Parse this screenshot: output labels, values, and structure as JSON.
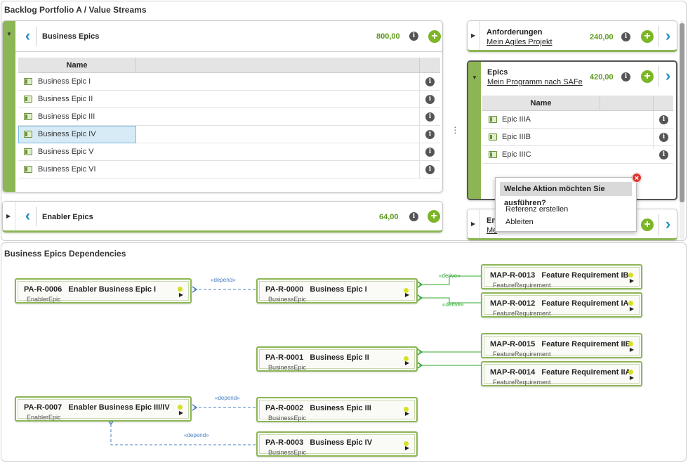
{
  "top_panel": {
    "title": "Backlog Portfolio A / Value Streams"
  },
  "business_epics": {
    "title": "Business Epics",
    "value": "800,00",
    "table": {
      "column_name": "Name",
      "rows": [
        "Business Epic I",
        "Business Epic II",
        "Business Epic III",
        "Business Epic IV",
        "Business Epic V",
        "Business Epic VI"
      ]
    }
  },
  "enabler_epics": {
    "title": "Enabler Epics",
    "value": "64,00"
  },
  "anforderungen": {
    "title": "Anforderungen",
    "subtitle": "Mein Agiles Projekt",
    "value": "240,00"
  },
  "epics": {
    "title": "Epics",
    "subtitle": "Mein Programm nach SAFe",
    "value": "420,00",
    "table": {
      "column_name": "Name",
      "rows": [
        "Epic IIIA",
        "Epic IIIB",
        "Epic IIIC"
      ]
    }
  },
  "partial_card": {
    "title_fragment": "En",
    "subtitle_fragment": "Me"
  },
  "popup": {
    "question": "Welche Aktion möchten Sie ausführen?",
    "actions": [
      "Referenz erstellen",
      "Ableiten"
    ]
  },
  "dependencies_panel": {
    "title": "Business Epics Dependencies"
  },
  "nodes": {
    "pa0006": {
      "id": "PA-R-0006",
      "name": "Enabler Business Epic I",
      "type": "EnablerEpic"
    },
    "pa0007": {
      "id": "PA-R-0007",
      "name": "Enabler Business Epic III/IV",
      "type": "EnablerEpic"
    },
    "pa0000": {
      "id": "PA-R-0000",
      "name": "Business Epic I",
      "type": "BusinessEpic"
    },
    "pa0001": {
      "id": "PA-R-0001",
      "name": "Business Epic II",
      "type": "BusinessEpic"
    },
    "pa0002": {
      "id": "PA-R-0002",
      "name": "Business Epic III",
      "type": "BusinessEpic"
    },
    "pa0003": {
      "id": "PA-R-0003",
      "name": "Business Epic IV",
      "type": "BusinessEpic"
    },
    "map0013": {
      "id": "MAP-R-0013",
      "name": "Feature Requirement IB",
      "type": "FeatureRequirement"
    },
    "map0012": {
      "id": "MAP-R-0012",
      "name": "Feature Requirement IA",
      "type": "FeatureRequirement"
    },
    "map0015": {
      "id": "MAP-R-0015",
      "name": "Feature Requirement IIB",
      "type": "FeatureRequirement"
    },
    "map0014": {
      "id": "MAP-R-0014",
      "name": "Feature Requirement IIA",
      "type": "FeatureRequirement"
    }
  },
  "edge_labels": {
    "depend": "«depend»",
    "derive": "«derive»"
  },
  "icons": {
    "info": "info-icon",
    "add": "plus-icon",
    "back": "chevron-left-icon",
    "forward": "chevron-right-icon",
    "close": "close-icon"
  },
  "colors": {
    "accent_green": "#8cb654",
    "value_green": "#5c9a1c",
    "link_blue": "#1f8fc7",
    "depend_blue": "#4a7fc1",
    "derive_green": "#2fa82f",
    "highlight": "#d7ebf7"
  }
}
